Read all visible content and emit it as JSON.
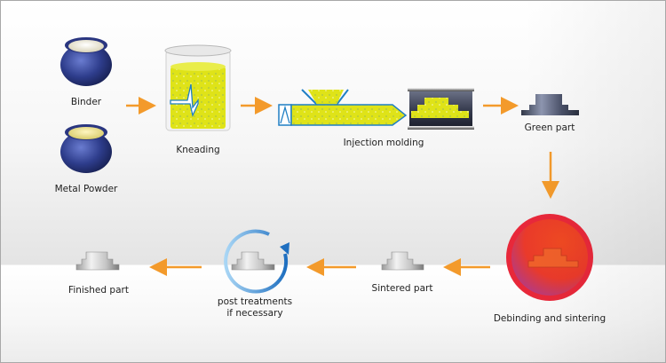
{
  "diagram": {
    "title": "Metal injection molding process",
    "colors": {
      "arrow": "#f39a2b",
      "pot": "#2e3d8c",
      "feedstock": "#dfe318",
      "outline_blue": "#1f7fc4",
      "green_part": "#4a5168",
      "furnace": "#e8283a",
      "metal_part": "#bdbdbd",
      "cycle_arrow": "#2d82cf"
    },
    "steps": {
      "binder": {
        "label": "Binder",
        "icon": "pot-icon"
      },
      "metal_powder": {
        "label": "Metal Powder",
        "icon": "pot-icon"
      },
      "kneading": {
        "label": "Kneading",
        "icon": "mixer-icon"
      },
      "injection_molding": {
        "label": "Injection molding",
        "icon": "injection-machine-icon"
      },
      "green_part": {
        "label": "Green part",
        "icon": "stepped-part-icon"
      },
      "debinding_sintering": {
        "label": "Debinding and sintering",
        "icon": "furnace-icon"
      },
      "sintered_part": {
        "label": "Sintered part",
        "icon": "stepped-part-icon"
      },
      "post_treatments": {
        "label_line1": "post treatments",
        "label_line2": "if necessary",
        "icon": "cycle-arrow-icon"
      },
      "finished_part": {
        "label": "Finished part",
        "icon": "stepped-part-icon"
      }
    },
    "flow": [
      "binder + metal_powder -> kneading",
      "kneading -> injection_molding",
      "injection_molding -> green_part",
      "green_part -> debinding_sintering",
      "debinding_sintering -> sintered_part",
      "sintered_part -> post_treatments",
      "post_treatments -> finished_part"
    ]
  }
}
